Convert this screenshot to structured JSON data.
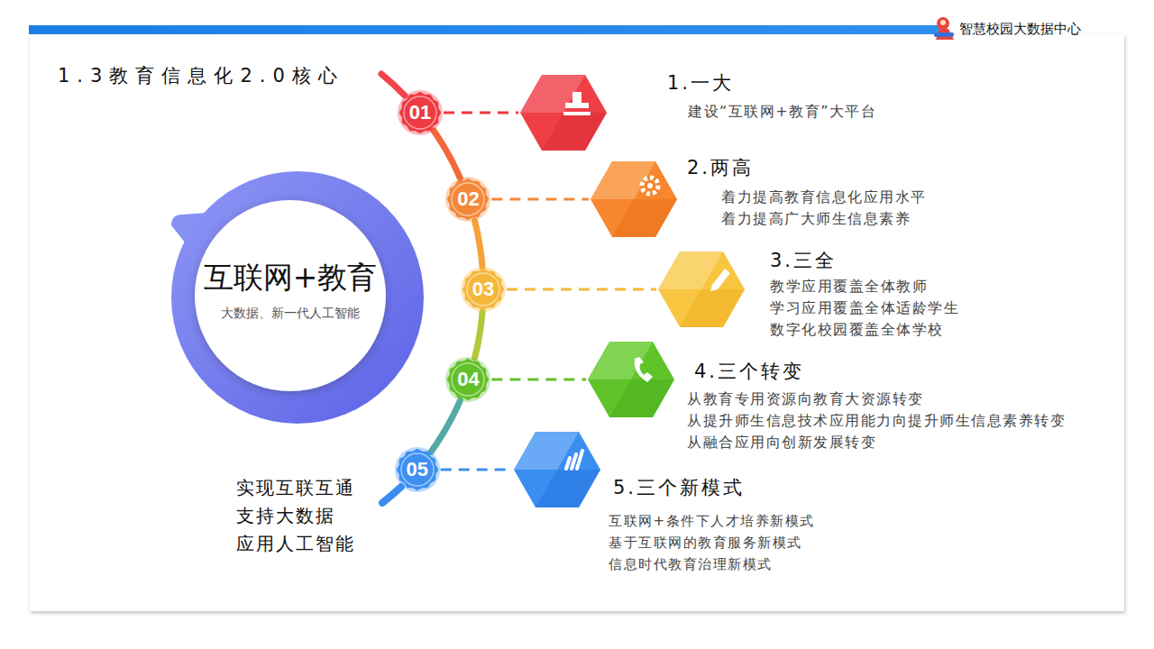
{
  "diagram": {
    "title": "1.3教育信息化2.0核心",
    "nodes": [
      {
        "text": [
          "互联网+教育",
          "大数据、新一代人工智能"
        ]
      },
      {
        "text": [
          "01"
        ]
      },
      {
        "text": [
          "1.一大",
          "建设“互联网+教育”大平台"
        ]
      },
      {
        "text": [
          "02"
        ]
      },
      {
        "text": [
          "2.两高",
          "着力提高教育信息化应用水平 着力提高广大师生信息素养"
        ]
      },
      {
        "text": [
          "03"
        ]
      },
      {
        "text": [
          "3.三全",
          "教学应用覆盖全体教师 学习应用覆盖全体适龄学生 数字化校园覆盖全体学校"
        ]
      },
      {
        "text": [
          "04"
        ]
      },
      {
        "text": [
          "4.三个转变",
          "从教育专用资源向教育大资源转变 从提升师生信息技术应用能力向提升师生信息素养转变 从融合应用向创新发展转变"
        ]
      },
      {
        "text": [
          "05"
        ]
      },
      {
        "text": [
          "5.三个新模式",
          "互联网+条件下人才培养新模式 基于互联网的教育服务新模式 信息时代教育治理新模式"
        ]
      }
    ],
    "edges": [
      {
        "from": 1,
        "to": 2,
        "arrow": "none"
      },
      {
        "from": 3,
        "to": 4,
        "arrow": "none"
      },
      {
        "from": 5,
        "to": 6,
        "arrow": "none"
      },
      {
        "from": 7,
        "to": 8,
        "arrow": "none"
      },
      {
        "from": 9,
        "to": 10,
        "arrow": "none"
      },
      {
        "from": 1,
        "to": 3,
        "arrow": "none"
      },
      {
        "from": 3,
        "to": 5,
        "arrow": "none"
      },
      {
        "from": 5,
        "to": 7,
        "arrow": "none"
      },
      {
        "from": 7,
        "to": 9,
        "arrow": "none"
      }
    ],
    "labels": [
      "智慧校园大数据中心",
      "实现互联互通 支持大数据 应用人工智能"
    ]
  }
}
